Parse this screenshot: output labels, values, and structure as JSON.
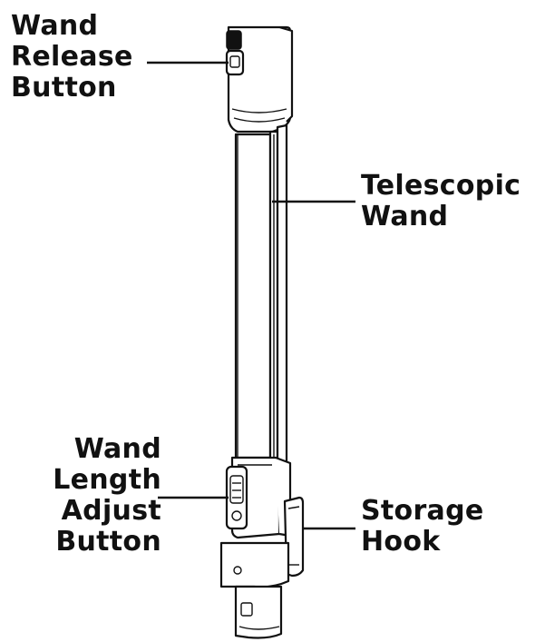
{
  "labels": {
    "wand_release_button": [
      "Wand",
      "Release",
      "Button"
    ],
    "telescopic_wand": [
      "Telescopic",
      "Wand"
    ],
    "wand_length_adjust_button": [
      "Wand",
      "Length",
      "Adjust",
      "Button"
    ],
    "storage_hook": [
      "Storage",
      "Hook"
    ]
  }
}
